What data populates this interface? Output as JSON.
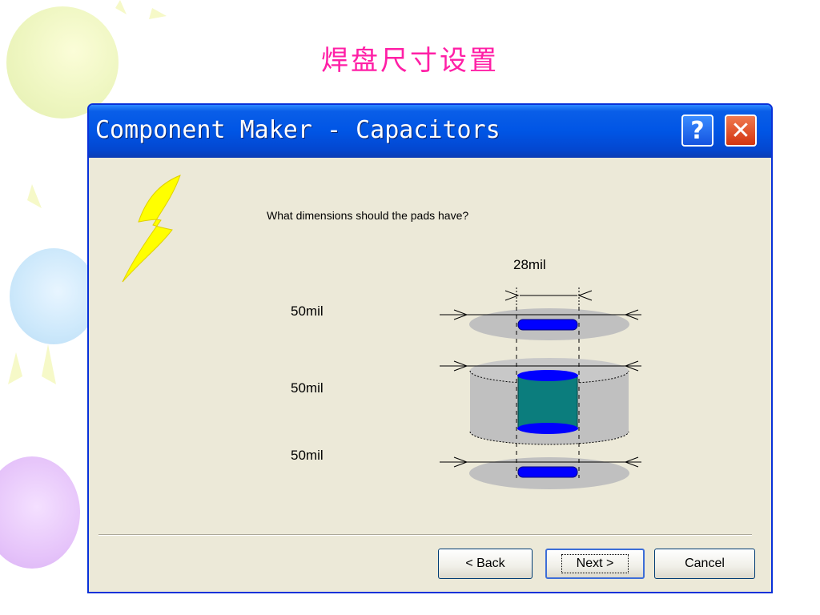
{
  "slide": {
    "title": "焊盘尺寸设置"
  },
  "window": {
    "title": "Component Maker - Capacitors",
    "help_label": "?",
    "close_label": "✕"
  },
  "wizard": {
    "question": "What dimensions should the pads have?",
    "width_label": "28mil",
    "pad_labels": [
      "50mil",
      "50mil",
      "50mil"
    ]
  },
  "buttons": {
    "back": "< Back",
    "next": "Next >",
    "cancel": "Cancel"
  },
  "colors": {
    "title_pink": "#ff1fa6",
    "titlebar_blue": "#0055e5",
    "pad_blue": "#0000ff",
    "hole_teal": "#0b7d7d",
    "board_gray": "#c0c0c0"
  }
}
